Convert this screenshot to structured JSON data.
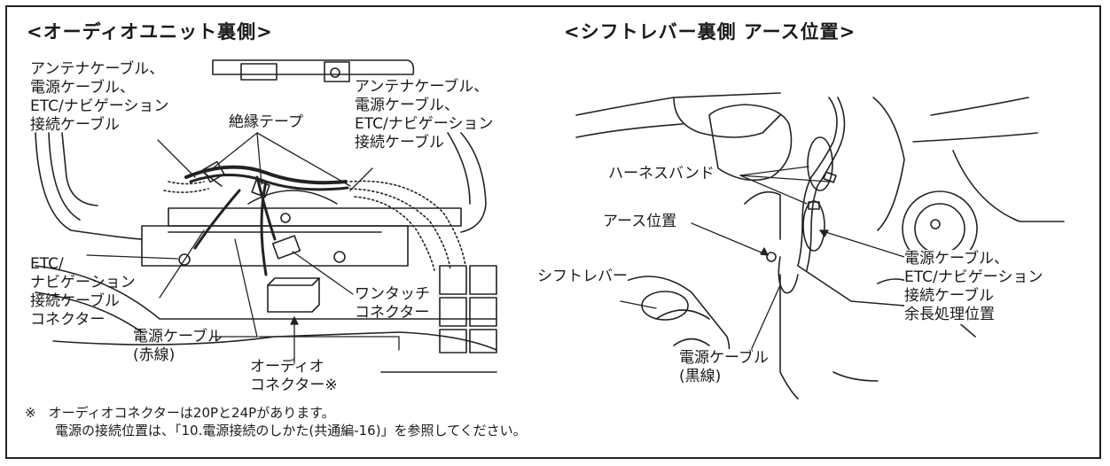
{
  "left_panel": {
    "heading": "<オーディオユニット裏側>",
    "labels": {
      "cable_group_left": "アンテナケーブル、\n電源ケーブル、\nETC/ナビゲーション\n接続ケーブル",
      "insulation_tape": "絶縁テープ",
      "cable_group_right": "アンテナケーブル、\n電源ケーブル、\nETC/ナビゲーション\n接続ケーブル",
      "etc_nav_connector": "ETC/\nナビゲーション\n接続ケーブル\nコネクター",
      "one_touch_connector": "ワンタッチ\nコネクター",
      "power_cable_red": "電源ケーブル\n(赤線)",
      "audio_connector": "オーディオ\nコネクター※"
    }
  },
  "right_panel": {
    "heading": "<シフトレバー裏側 アース位置>",
    "labels": {
      "harness_band": "ハーネスバンド",
      "ground_position": "アース位置",
      "shift_lever": "シフトレバー",
      "slack_storage": "電源ケーブル、\nETC/ナビゲーション\n接続ケーブル\n余長処理位置",
      "power_cable_black": "電源ケーブル\n(黒線)"
    }
  },
  "footnote": {
    "mark": "※",
    "line1": "オーディオコネクターは20Pと24Pがあります。",
    "line2": "電源の接続位置は、「10.電源接続のしかた(共通編-16)」を参照してください。"
  }
}
